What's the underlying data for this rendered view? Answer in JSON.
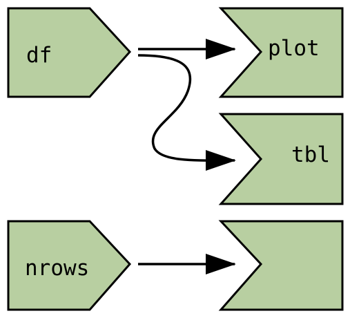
{
  "colors": {
    "node_fill": "#b8cfa1",
    "stroke": "#000000",
    "background": "#ffffff"
  },
  "inputs": {
    "df": {
      "label": "df"
    },
    "nrows": {
      "label": "nrows"
    }
  },
  "outputs": {
    "plot": {
      "label": "plot"
    },
    "tbl": {
      "label": "tbl"
    },
    "third": {
      "label": ""
    }
  },
  "edges": [
    {
      "from": "df",
      "to": "plot"
    },
    {
      "from": "df",
      "to": "tbl"
    },
    {
      "from": "nrows",
      "to": "third"
    }
  ]
}
